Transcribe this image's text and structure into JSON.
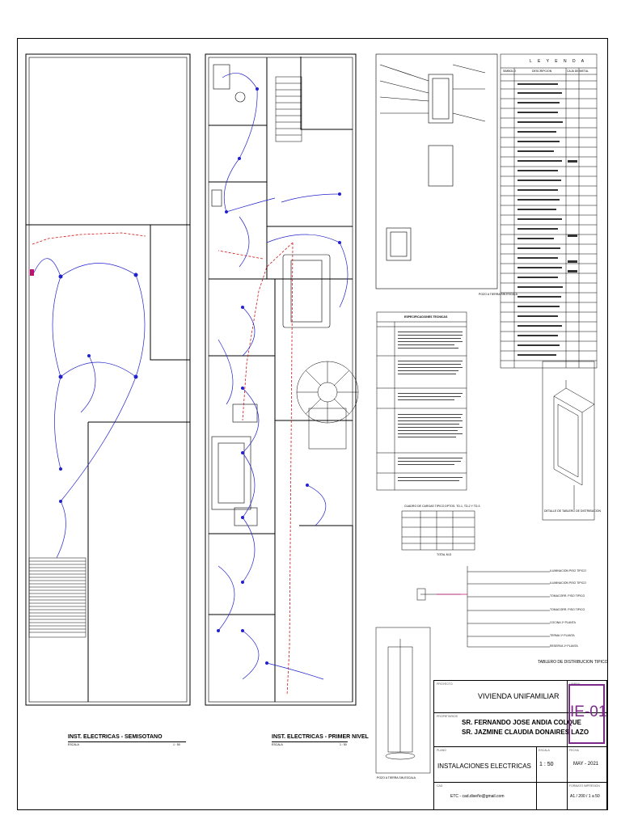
{
  "captions": {
    "semisotano": "INST. ELECTRICAS - SEMISOTANO",
    "primer_nivel": "INST. ELECTRICAS - PRIMER NIVEL",
    "escala_label": "ESCALA",
    "escala_value": "1 : 50"
  },
  "legend": {
    "title": "L E Y E N D A",
    "col_simbolo": "SIMBOLO",
    "col_descripcion": "DESCRIPCION",
    "col_caja": "CAJA DE METAL"
  },
  "specs": {
    "title": "ESPECIFICACIONES TECNICAS"
  },
  "loads": {
    "title": "CUADRO DE CARGAS TIPICO DPTOS. TD-1, TD-2 Y TD-3",
    "total_row": "TOTAL M.D"
  },
  "details": {
    "tablero_caption": "DETALLE DE TABLERO DE DISTRIBUCION",
    "pozo_caption": "POZO A TIERRA SIN ESCALA",
    "pozo_caption2": "POZO A TIERRA SIN ESCALA",
    "diagram_caption": "TABLERO DE DISTRIBUCION TIPICO"
  },
  "circuits": [
    {
      "label": "ILUMINACION PISO TIPICO"
    },
    {
      "label": "ILUMINACION PISO TIPICO"
    },
    {
      "label": "TOMACORR. PISO TIPICO"
    },
    {
      "label": "TOMACORR. PISO TIPICO"
    },
    {
      "label": "COCINA 1ª PLANTA"
    },
    {
      "label": "TERMA 1ª PLANTA"
    },
    {
      "label": "RESERVA 1ª PLANTA"
    }
  ],
  "title_block": {
    "proyecto_label": "PROYECTO",
    "proyecto_value": "VIVIENDA UNIFAMILIAR",
    "propietarios_label": "PROPIETARIOS",
    "propietario_1": "SR. FERNANDO JOSE ANDIA COLQUE",
    "propietario_2": "SR. JAZMINE CLAUDIA DONAIRES LAZO",
    "lamina_label": "LAMINA",
    "lamina_value": "IE-01",
    "plano_label": "PLANO",
    "plano_value": "INSTALACIONES ELECTRICAS",
    "escala_label": "ESCALA",
    "escala_value": "1 : 50",
    "fecha_label": "FECHA",
    "fecha_value": "MAY - 2021",
    "formato_label": "FORMATO IMPRESION",
    "formato_value": "A1 / 200 / 1 a 50",
    "email_label": "CAD",
    "email_value": "ETC - cad.diseño@gmail.com"
  },
  "colors": {
    "accent": "#7b2a8a",
    "wiring": "#2222cc",
    "feeder": "#d01818",
    "line": "#000000"
  }
}
